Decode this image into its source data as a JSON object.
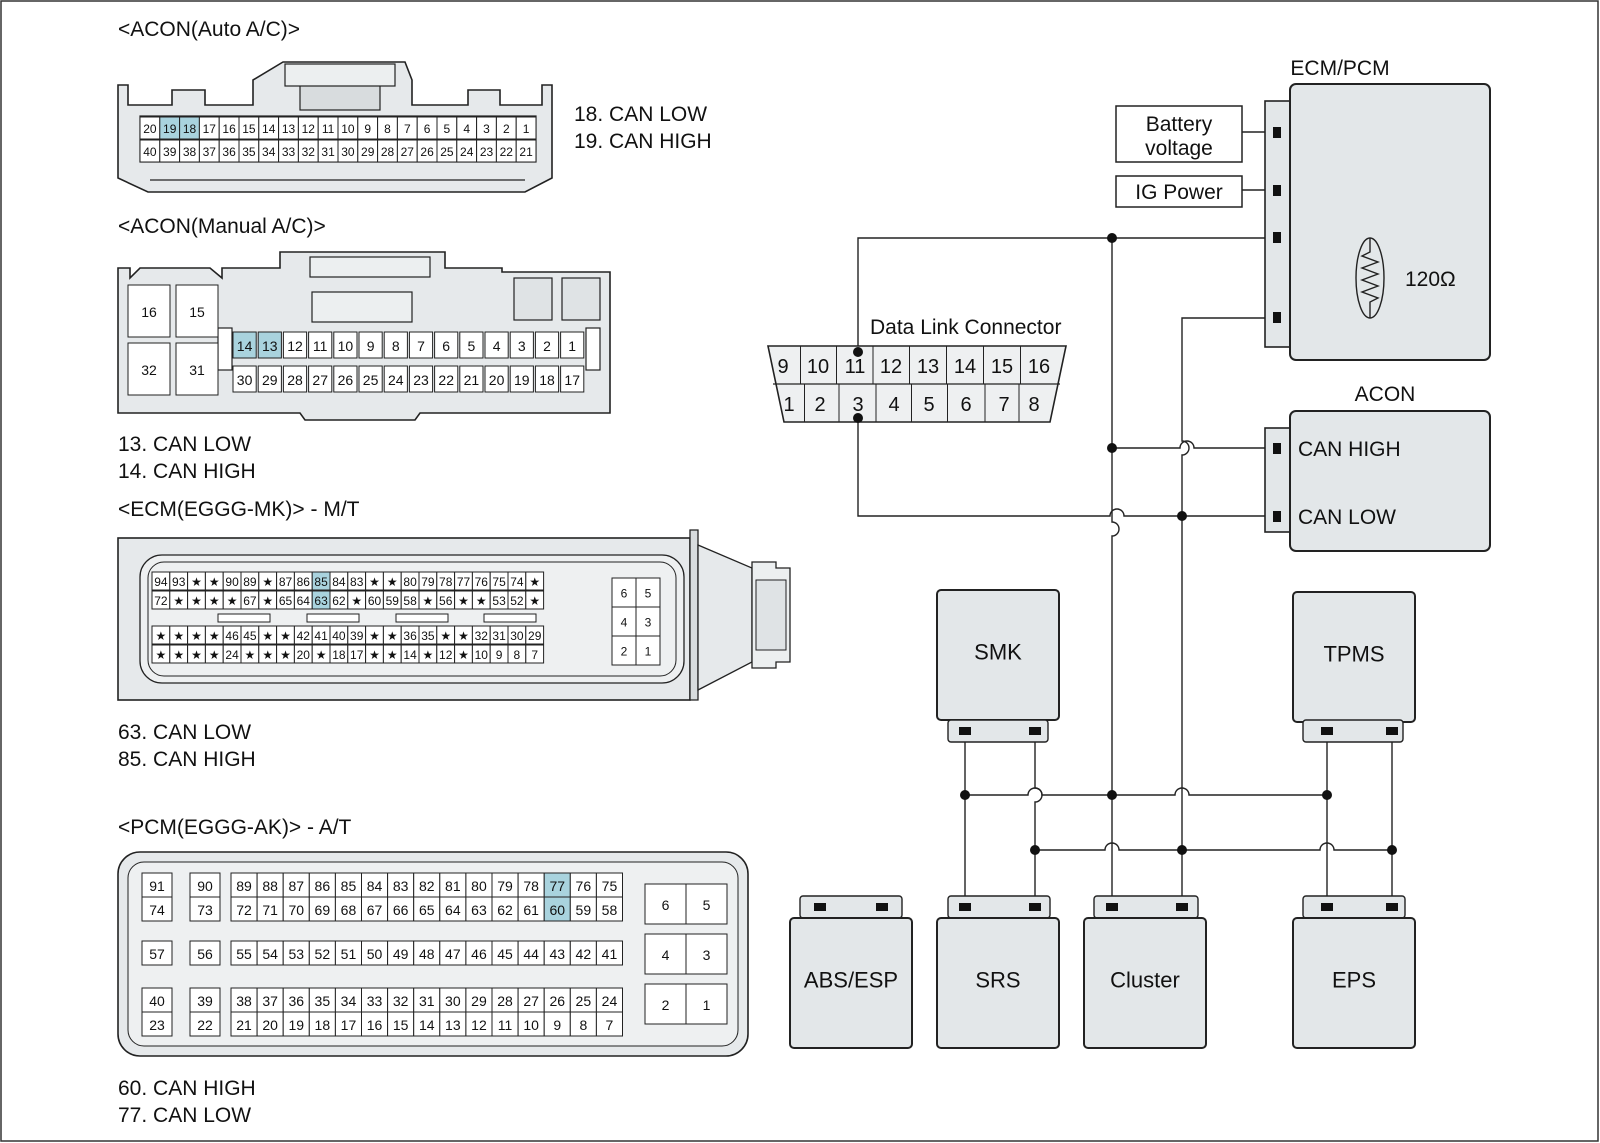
{
  "colors": {
    "module_fill": "#e3e7e9",
    "highlight": "#a9d3de",
    "line": "#222222"
  },
  "acon_auto": {
    "title": "<ACON(Auto A/C)>",
    "row1": [
      "20",
      "19",
      "18",
      "17",
      "16",
      "15",
      "14",
      "13",
      "12",
      "11",
      "10",
      "9",
      "8",
      "7",
      "6",
      "5",
      "4",
      "3",
      "2",
      "1"
    ],
    "row2": [
      "40",
      "39",
      "38",
      "37",
      "36",
      "35",
      "34",
      "33",
      "32",
      "31",
      "30",
      "29",
      "28",
      "27",
      "26",
      "25",
      "24",
      "23",
      "22",
      "21"
    ],
    "notes": [
      "18. CAN LOW",
      "19. CAN HIGH"
    ]
  },
  "acon_manual": {
    "title": "<ACON(Manual A/C)>",
    "big_pins": [
      "16",
      "15",
      "32",
      "31"
    ],
    "row1": [
      "14",
      "13",
      "12",
      "11",
      "10",
      "9",
      "8",
      "7",
      "6",
      "5",
      "4",
      "3",
      "2",
      "1"
    ],
    "row2": [
      "30",
      "29",
      "28",
      "27",
      "26",
      "25",
      "24",
      "23",
      "22",
      "21",
      "20",
      "19",
      "18",
      "17"
    ],
    "notes": [
      "13. CAN LOW",
      "14. CAN HIGH"
    ]
  },
  "ecm": {
    "title": "<ECM(EGGG-MK)> - M/T",
    "row1": [
      "94",
      "93",
      "★",
      "★",
      "90",
      "89",
      "★",
      "87",
      "86",
      "85",
      "84",
      "83",
      "★",
      "★",
      "80",
      "79",
      "78",
      "77",
      "76",
      "75",
      "74",
      "★"
    ],
    "row2": [
      "72",
      "★",
      "★",
      "★",
      "★",
      "67",
      "★",
      "65",
      "64",
      "63",
      "62",
      "★",
      "60",
      "59",
      "58",
      "★",
      "56",
      "★",
      "★",
      "53",
      "52",
      "★"
    ],
    "row3": [
      "★",
      "★",
      "★",
      "★",
      "46",
      "45",
      "★",
      "★",
      "42",
      "41",
      "40",
      "39",
      "★",
      "★",
      "36",
      "35",
      "★",
      "★",
      "32",
      "31",
      "30",
      "29"
    ],
    "row4": [
      "★",
      "★",
      "★",
      "★",
      "24",
      "★",
      "★",
      "★",
      "20",
      "★",
      "18",
      "17",
      "★",
      "★",
      "14",
      "★",
      "12",
      "★",
      "10",
      "9",
      "8",
      "7"
    ],
    "side": [
      [
        "6",
        "5"
      ],
      [
        "4",
        "3"
      ],
      [
        "2",
        "1"
      ]
    ],
    "notes": [
      "63. CAN LOW",
      "85. CAN HIGH"
    ]
  },
  "pcm": {
    "title": "<PCM(EGGG-AK)> - A/T",
    "left_pins": [
      [
        "91",
        "74"
      ],
      [
        "90",
        "73"
      ],
      [
        "57"
      ],
      [
        "56"
      ],
      [
        "40",
        "23"
      ],
      [
        "39",
        "22"
      ]
    ],
    "g1_top": [
      "89",
      "88",
      "87",
      "86",
      "85",
      "84",
      "83",
      "82",
      "81",
      "80",
      "79",
      "78",
      "77",
      "76",
      "75"
    ],
    "g1_bot": [
      "72",
      "71",
      "70",
      "69",
      "68",
      "67",
      "66",
      "65",
      "64",
      "63",
      "62",
      "61",
      "60",
      "59",
      "58"
    ],
    "g2": [
      "55",
      "54",
      "53",
      "52",
      "51",
      "50",
      "49",
      "48",
      "47",
      "46",
      "45",
      "44",
      "43",
      "42",
      "41"
    ],
    "g3_top": [
      "38",
      "37",
      "36",
      "35",
      "34",
      "33",
      "32",
      "31",
      "30",
      "29",
      "28",
      "27",
      "26",
      "25",
      "24"
    ],
    "g3_bot": [
      "21",
      "20",
      "19",
      "18",
      "17",
      "16",
      "15",
      "14",
      "13",
      "12",
      "11",
      "10",
      "9",
      "8",
      "7"
    ],
    "side": [
      [
        "6",
        "5"
      ],
      [
        "4",
        "3"
      ],
      [
        "2",
        "1"
      ]
    ],
    "notes": [
      "60. CAN HIGH",
      "77. CAN LOW"
    ]
  },
  "dlc": {
    "title": "Data Link Connector",
    "top": [
      "9",
      "10",
      "11",
      "12",
      "13",
      "14",
      "15",
      "16"
    ],
    "bottom": [
      "1",
      "2",
      "3",
      "4",
      "5",
      "6",
      "7",
      "8"
    ]
  },
  "modules": {
    "ecm_pcm": "ECM/PCM",
    "battery": [
      "Battery",
      "voltage"
    ],
    "ig_power": "IG Power",
    "resistor": "120Ω",
    "acon": "ACON",
    "can_high": "CAN HIGH",
    "can_low": "CAN LOW",
    "smk": "SMK",
    "tpms": "TPMS",
    "abs_esp": "ABS/ESP",
    "srs": "SRS",
    "cluster": "Cluster",
    "eps": "EPS"
  }
}
